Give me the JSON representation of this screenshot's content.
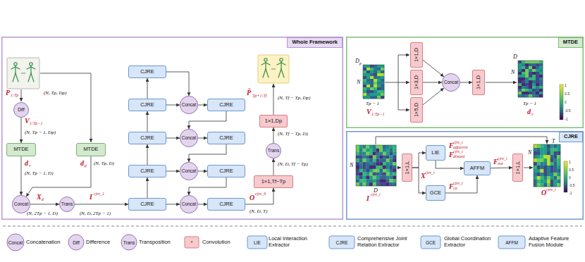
{
  "diagram": {
    "nodes": [
      {
        "text": [
          "Whole Framework"
        ]
      },
      {
        "text": [
          "Diff"
        ],
        "in": 0
      },
      {
        "text": [
          "MTDE"
        ],
        "in": 0
      },
      {
        "text": [
          "MTDE"
        ],
        "in": 0
      },
      {
        "text": [
          "Concat"
        ],
        "in": 0
      },
      {
        "text": [
          "Trans"
        ],
        "in": 0
      },
      {
        "text": [
          "CJRE"
        ],
        "in": 0
      },
      {
        "text": [
          "CJRE"
        ],
        "in": 0
      },
      {
        "text": [
          "CJRE"
        ],
        "in": 0
      },
      {
        "text": [
          "CJRE"
        ],
        "in": 0
      },
      {
        "text": [
          "CJRE"
        ],
        "in": 0
      },
      {
        "text": [
          "Concat"
        ],
        "in": 0
      },
      {
        "text": [
          "CJRE"
        ],
        "in": 0
      },
      {
        "text": [
          "Concat"
        ],
        "in": 0
      },
      {
        "text": [
          "CJRE"
        ],
        "in": 0
      },
      {
        "text": [
          "Concat"
        ],
        "in": 0
      },
      {
        "text": [
          "CJRE"
        ],
        "in": 0
      },
      {
        "text": [
          "Concat"
        ],
        "in": 0
      },
      {
        "text": [
          "CJRE"
        ],
        "in": 0
      },
      {
        "text": [
          "1×1,Dp"
        ],
        "in": 0
      },
      {
        "text": [
          "Trans"
        ],
        "in": 0
      },
      {
        "text": [
          "1×1,Tf−Tp"
        ],
        "in": 0
      },
      {
        "text": [
          "MTDE"
        ]
      },
      {
        "text": [
          "1×1,D"
        ],
        "in": 22
      },
      {
        "text": [
          "1×3,D"
        ],
        "in": 22
      },
      {
        "text": [
          "1×5,D"
        ],
        "in": 22
      },
      {
        "text": [
          "Concat"
        ],
        "in": 22
      },
      {
        "text": [
          "1×1,D"
        ],
        "in": 22
      },
      {
        "text": [
          "CJRE"
        ]
      },
      {
        "text": [
          "1×1,L"
        ],
        "in": 28
      },
      {
        "text": [
          "LIE"
        ],
        "in": 28
      },
      {
        "text": [
          "GCE"
        ],
        "in": 28
      },
      {
        "text": [
          "AFFM"
        ],
        "in": 28
      },
      {
        "text": [
          "1×1,L"
        ],
        "in": 28
      }
    ],
    "edges": [
      {
        "from": 1,
        "to": 2,
        "arrow": "to"
      },
      {
        "from": 2,
        "to": 4,
        "arrow": "to"
      },
      {
        "from": 3,
        "to": 4,
        "arrow": "to"
      },
      {
        "from": 4,
        "to": 5,
        "arrow": "to"
      },
      {
        "from": 5,
        "to": 10,
        "arrow": "to"
      },
      {
        "from": 10,
        "to": 9,
        "arrow": "to"
      },
      {
        "from": 9,
        "to": 8,
        "arrow": "to"
      },
      {
        "from": 8,
        "to": 7,
        "arrow": "to"
      },
      {
        "from": 7,
        "to": 6,
        "arrow": "to"
      },
      {
        "from": 6,
        "to": 11,
        "arrow": "to"
      },
      {
        "from": 7,
        "to": 11,
        "arrow": "to"
      },
      {
        "from": 11,
        "to": 12,
        "arrow": "to"
      },
      {
        "from": 12,
        "to": 13,
        "arrow": "to"
      },
      {
        "from": 8,
        "to": 13,
        "arrow": "to"
      },
      {
        "from": 13,
        "to": 14,
        "arrow": "to"
      },
      {
        "from": 14,
        "to": 15,
        "arrow": "to"
      },
      {
        "from": 9,
        "to": 15,
        "arrow": "to"
      },
      {
        "from": 15,
        "to": 16,
        "arrow": "to"
      },
      {
        "from": 16,
        "to": 17,
        "arrow": "to"
      },
      {
        "from": 10,
        "to": 17,
        "arrow": "to"
      },
      {
        "from": 17,
        "to": 18,
        "arrow": "to"
      },
      {
        "from": 18,
        "to": 21,
        "arrow": "to"
      },
      {
        "from": 21,
        "to": 20,
        "arrow": "to"
      },
      {
        "from": 20,
        "to": 19,
        "arrow": "to"
      },
      {
        "from": 23,
        "to": 26,
        "arrow": "to"
      },
      {
        "from": 24,
        "to": 26,
        "arrow": "to"
      },
      {
        "from": 25,
        "to": 26,
        "arrow": "to"
      },
      {
        "from": 26,
        "to": 27,
        "arrow": "to"
      },
      {
        "from": 29,
        "to": 30,
        "arrow": "to"
      },
      {
        "from": 29,
        "to": 31,
        "arrow": "to"
      },
      {
        "from": 30,
        "to": 32,
        "arrow": "to"
      },
      {
        "from": 31,
        "to": 32,
        "arrow": "to"
      },
      {
        "from": 32,
        "to": 33,
        "arrow": "to"
      }
    ],
    "labels": [
      "P",
      "1:Tp",
      "(N, Tp, Dp)",
      "V",
      "1:Tp−1",
      "(N, Tp − 1, Dp)",
      "d",
      "v",
      "(N, Tp − 1, D)",
      "d",
      "p",
      "(N, Tp, D)",
      "X",
      "d",
      "(N, 2Tp − 1, D)",
      "I",
      "cjre_1",
      "(N, D, 2Tp − 1)",
      "O",
      "cjre_9",
      "(N, D, T)",
      "(N, D, Tf − Tp)",
      "(N, Tf − Tp, D)",
      "P̂",
      "Tp+1:Tf",
      "(N, Tf − Tp, Dp)",
      "D",
      "p",
      "N",
      "Tp − 1",
      "V",
      "1:Tp−1",
      "D",
      "N",
      "Tp − 1",
      "d",
      "v",
      "1",
      "0.5",
      "0",
      "-0.5",
      "-1",
      "N",
      "D",
      "I",
      "cjre_i",
      "X",
      "cjre_i",
      "F",
      "cjre_i",
      "adjacent",
      "F",
      "cjre_i",
      "distant",
      "F",
      "cjre_i",
      "ca",
      "F",
      "cjre_i",
      "out",
      "T",
      "N",
      "O",
      "cjre_i",
      "1",
      "0.5",
      "0",
      "-0.5",
      "-1",
      "Concat",
      "Diff",
      "Trans",
      "*",
      "LIE",
      "CJRE",
      "GCE",
      "AFFM"
    ],
    "legend": [
      {
        "text": "Concatenation"
      },
      {
        "text": "Difference"
      },
      {
        "text": "Transposition"
      },
      {
        "text": "Convolution"
      },
      {
        "text": "Local Interaction Extractor"
      },
      {
        "text": "Comprehensive Joint Relation Extractor"
      },
      {
        "text": "Global Coordination Extractor"
      },
      {
        "text": "Adaptive Feature Fusion Module"
      }
    ]
  }
}
